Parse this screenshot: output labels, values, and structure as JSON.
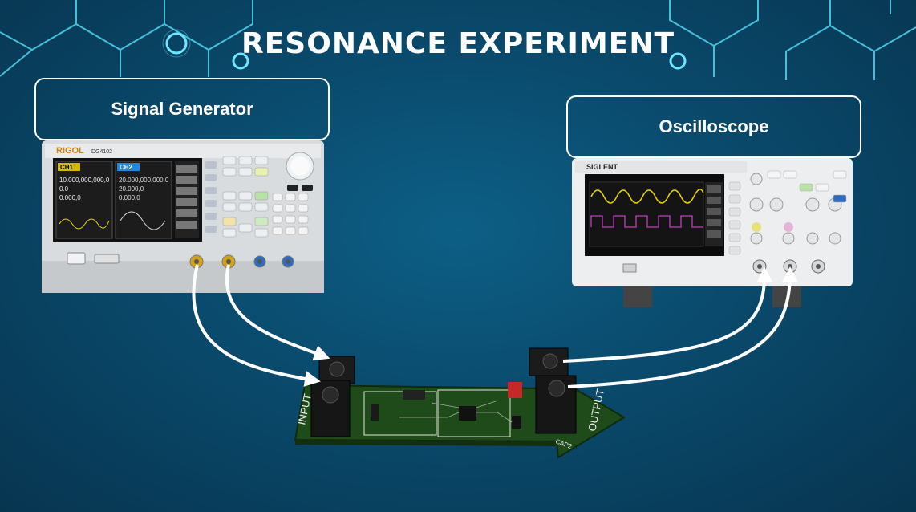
{
  "title": "RESONANCE EXPERIMENT",
  "generator": {
    "label": "Signal Generator",
    "brand": "RIGOL",
    "model": "DG4102",
    "ch1_tab": "CH1",
    "ch2_tab": "CH2",
    "ch1_freq": "10.000,000,000,0",
    "ch1_amp": "0.0",
    "ch1_offset": "0.000,0",
    "ch2_freq": "20.000,000,000,0",
    "ch2_amp": "20.000,0",
    "ch2_offset": "0.000,0"
  },
  "oscilloscope": {
    "label": "Oscilloscope",
    "brand": "SIGLENT"
  },
  "board": {
    "input_label": "INPUT",
    "output_label": "OUTPUT",
    "cap_label": "CAP2"
  },
  "colors": {
    "background": "#0a4a6c",
    "hex_lines": "#4fd8f0",
    "pcb": "#1f4a1a",
    "wire": "#ffffff"
  }
}
